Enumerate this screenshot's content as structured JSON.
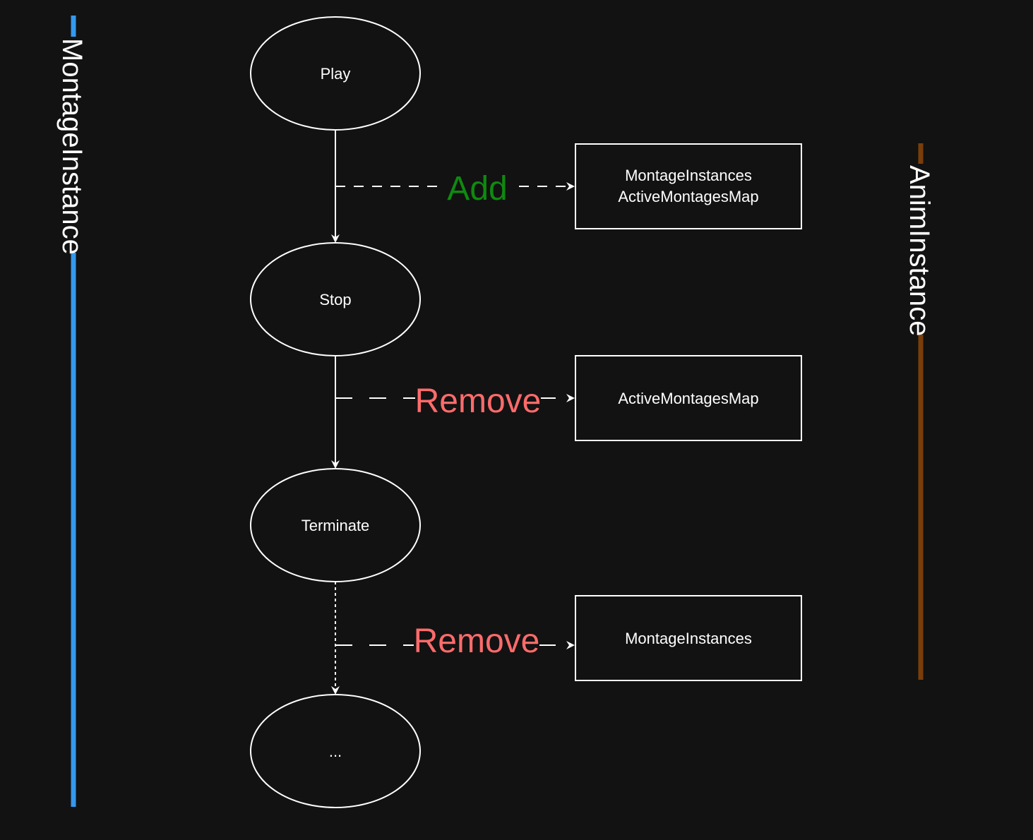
{
  "colors": {
    "background": "#121212",
    "stroke": "#ffffff",
    "montage_lane": "#3399ee",
    "anim_lane": "#7a3e0a",
    "add": "#0f8a0f",
    "remove": "#ff6b6b"
  },
  "lanes": {
    "montage_instance": "MontageInstance",
    "anim_instance": "AnimInstance"
  },
  "states": {
    "play": "Play",
    "stop": "Stop",
    "terminate": "Terminate",
    "more": "..."
  },
  "boxes": {
    "box1_line1": "MontageInstances",
    "box1_line2": "ActiveMontagesMap",
    "box2": "ActiveMontagesMap",
    "box3": "MontageInstances"
  },
  "actions": {
    "add": "Add",
    "remove1": "Remove",
    "remove2": "Remove"
  }
}
